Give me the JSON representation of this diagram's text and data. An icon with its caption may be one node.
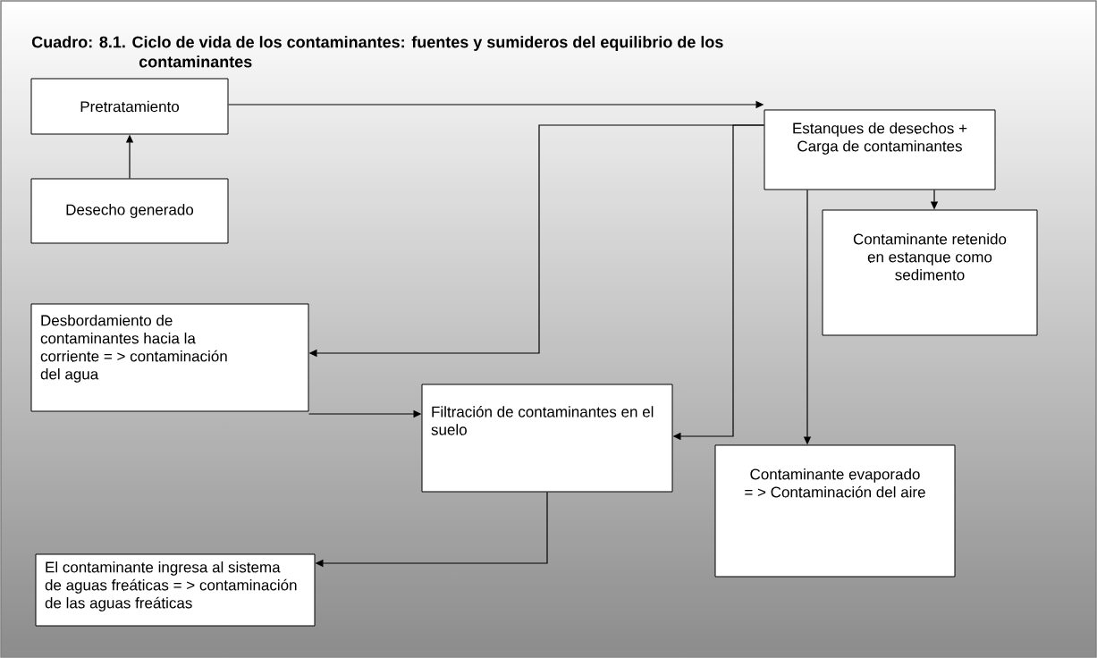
{
  "diagram": {
    "title": "Cuadro: 8.1. Ciclo de vida de los contaminantes: fuentes y sumideros del equilibrio de los contaminantes",
    "nodes": [
      {
        "text": [
          "Pretratamiento"
        ]
      },
      {
        "text": [
          "Desecho generado"
        ]
      },
      {
        "text": [
          "Estanques de desechos + Carga de contaminantes"
        ]
      },
      {
        "text": [
          "Contaminante retenido en estanque como sedimento"
        ]
      },
      {
        "text": [
          "Desbordamiento de contaminantes hacia la corriente = > contaminación del agua"
        ]
      },
      {
        "text": [
          "Filtración de contaminantes en el suelo"
        ]
      },
      {
        "text": [
          "Contaminante evaporado = > Contaminación del aire"
        ]
      },
      {
        "text": [
          "El contaminante ingresa al sistema de aguas freáticas = > contaminación de las aguas freáticas"
        ]
      }
    ],
    "edges": [
      {
        "from": 1,
        "to": 0,
        "arrow": "to"
      },
      {
        "from": 0,
        "to": 2,
        "arrow": "to"
      },
      {
        "from": 2,
        "to": 4,
        "arrow": "to"
      },
      {
        "from": 2,
        "to": 5,
        "arrow": "to"
      },
      {
        "from": 2,
        "to": 3,
        "arrow": "to"
      },
      {
        "from": 2,
        "to": 6,
        "arrow": "to"
      },
      {
        "from": 4,
        "to": 5,
        "arrow": "to"
      },
      {
        "from": 5,
        "to": 7,
        "arrow": "to"
      }
    ]
  }
}
